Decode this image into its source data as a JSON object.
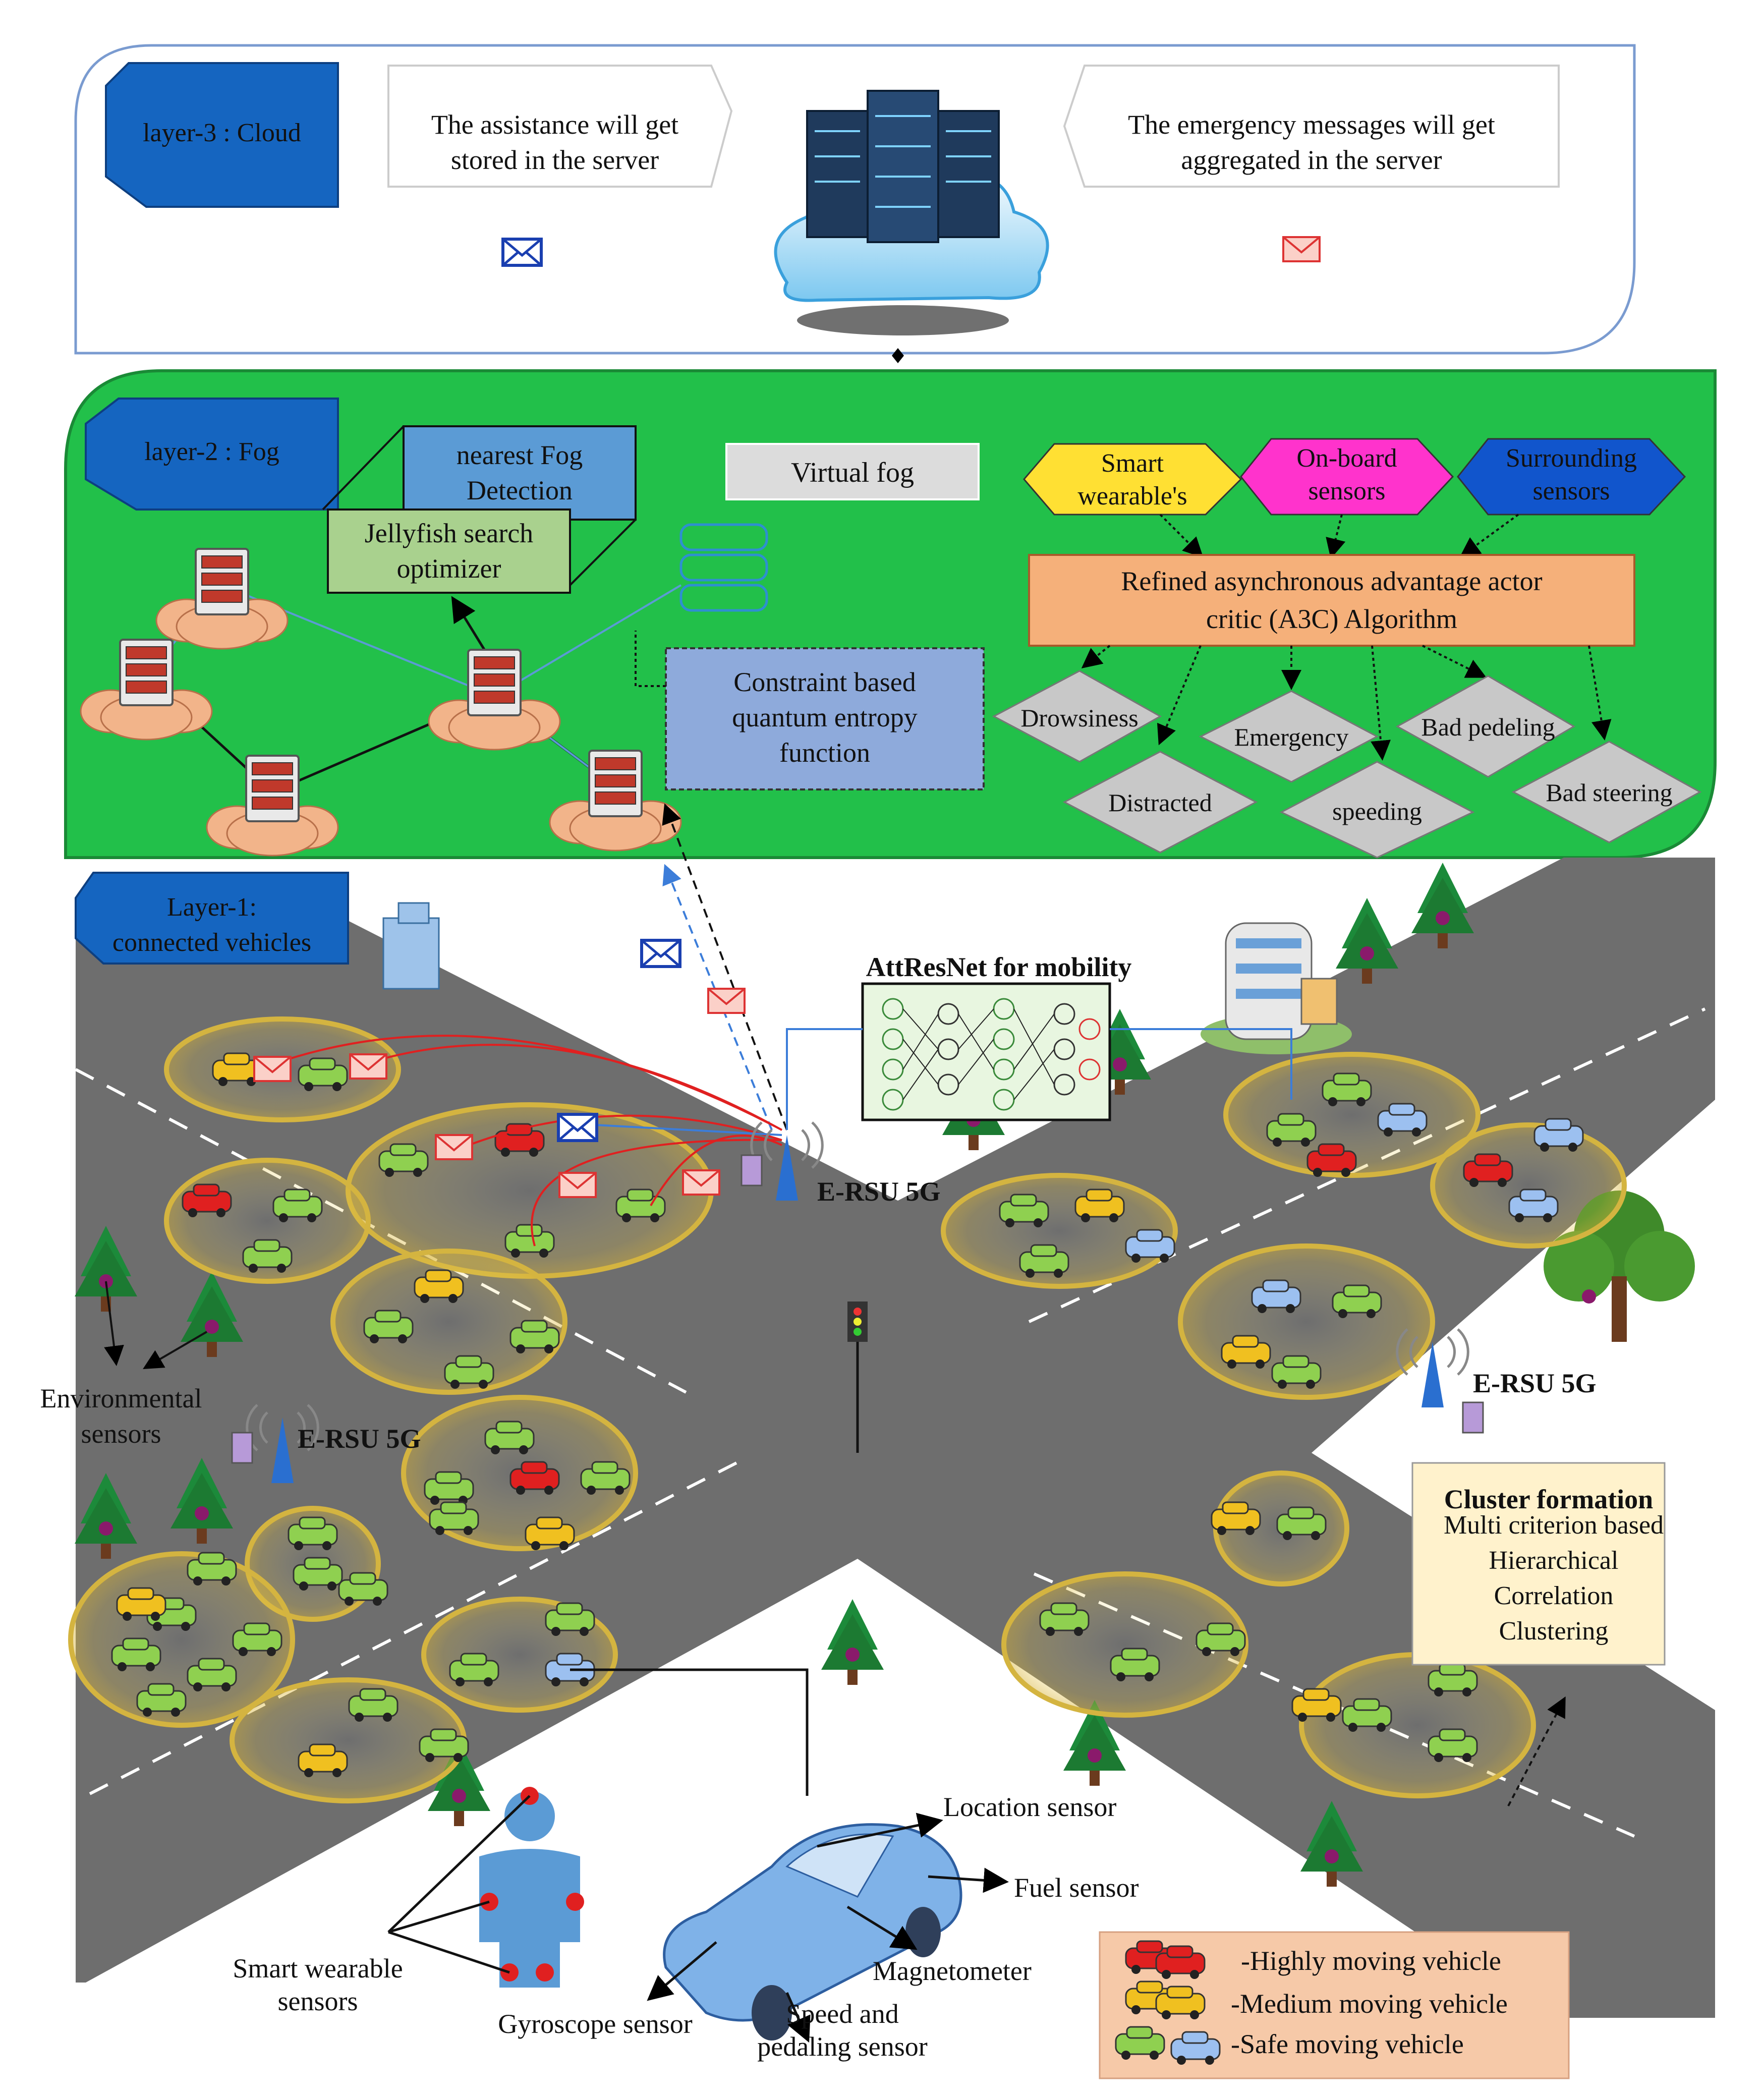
{
  "layer3": {
    "title": "layer-3 : Cloud",
    "note_left": [
      "The assistance will get",
      "stored in the server"
    ],
    "note_right": [
      "The emergency messages will get",
      "aggregated in the server"
    ]
  },
  "layer2": {
    "title": "layer-2 : Fog",
    "nearest_fog": [
      "nearest Fog",
      "Detection"
    ],
    "jellyfish": [
      "Jellyfish search",
      "optimizer"
    ],
    "virtual_fog": "Virtual fog",
    "constraint": [
      "Constraint based",
      "quantum entropy",
      "function"
    ],
    "sensors": [
      {
        "label": [
          "Smart",
          "wearable's"
        ],
        "color": "#ffe033"
      },
      {
        "label": [
          "On-board",
          "sensors"
        ],
        "color": "#ff33cc"
      },
      {
        "label": [
          "Surrounding",
          "sensors"
        ],
        "color": "#1155cc"
      }
    ],
    "a3c": [
      "Refined asynchronous advantage actor",
      "critic (A3C) Algorithm"
    ],
    "behaviors": [
      "Drowsiness",
      "Emergency",
      "Bad pedeling",
      "Distracted",
      "speeding",
      "Bad steering"
    ]
  },
  "layer1": {
    "title": [
      "Layer-1:",
      "connected vehicles"
    ],
    "attresnet": "AttResNet for mobility",
    "ersu": "E-RSU 5G",
    "env_sensors": [
      "Environmental",
      "sensors"
    ],
    "cluster_title": "Cluster formation",
    "cluster_lines": [
      "Multi criterion based",
      "Hierarchical",
      "Correlation",
      "Clustering"
    ],
    "car_sensors": {
      "location": "Location sensor",
      "fuel": "Fuel sensor",
      "magnetometer": "Magnetometer",
      "speed": [
        "Speed and",
        "pedaling sensor"
      ],
      "gyroscope": "Gyroscope sensor",
      "smart_wearable": [
        "Smart wearable",
        "sensors"
      ]
    },
    "legend": [
      {
        "label": "-Highly moving vehicle",
        "color": "#e02020"
      },
      {
        "label": "-Medium moving vehicle",
        "color": "#f0c020"
      },
      {
        "label": "-Safe moving vehicle",
        "color": "#8fd050"
      }
    ]
  },
  "colors": {
    "fog_green": "#22c04a",
    "label_blue": "#1565c0",
    "road": "#6e6e6e",
    "a3c_orange": "#f5b07a",
    "legend_bg": "#f6c9a8",
    "cluster_bg": "#fff2cc"
  }
}
